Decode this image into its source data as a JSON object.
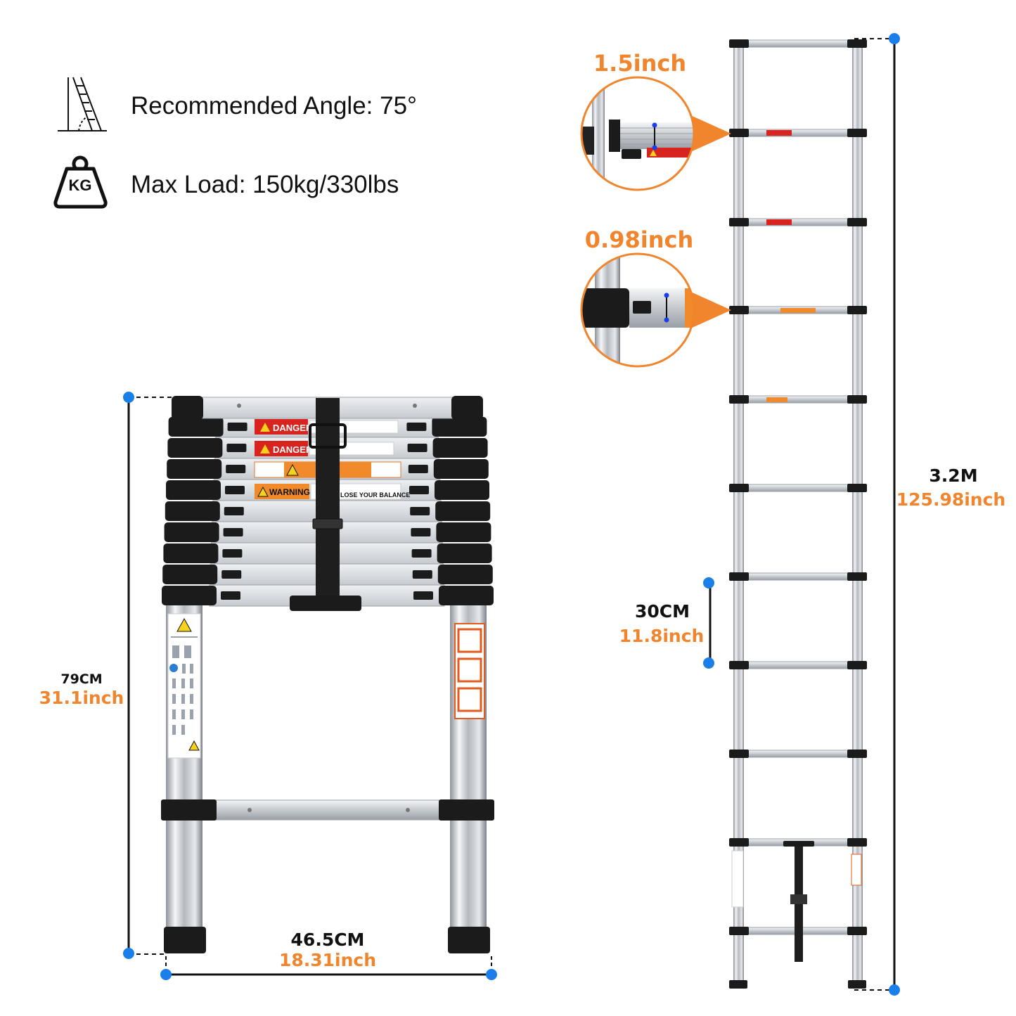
{
  "specs": {
    "angle_text": "Recommended Angle: 75°",
    "load_text": "Max Load: 150kg/330lbs",
    "kg_icon_text": "KG"
  },
  "collapsed": {
    "height_cm": "79CM",
    "height_inch": "31.1inch",
    "width_cm": "46.5CM",
    "width_inch": "18.31inch",
    "labels": {
      "danger": "DANGER",
      "warning": "WARNING",
      "balance": "LOSE YOUR BALANCE"
    }
  },
  "extended": {
    "height_m": "3.2M",
    "height_inch": "125.98inch",
    "rung_spacing_cm": "30CM",
    "rung_spacing_inch": "11.8inch",
    "rung_width_inch": "1.5inch",
    "rung_depth_inch": "0.98inch"
  },
  "colors": {
    "accent_orange": "#f0852d",
    "marker_blue": "#1a7fe8",
    "text_black": "#111111"
  }
}
